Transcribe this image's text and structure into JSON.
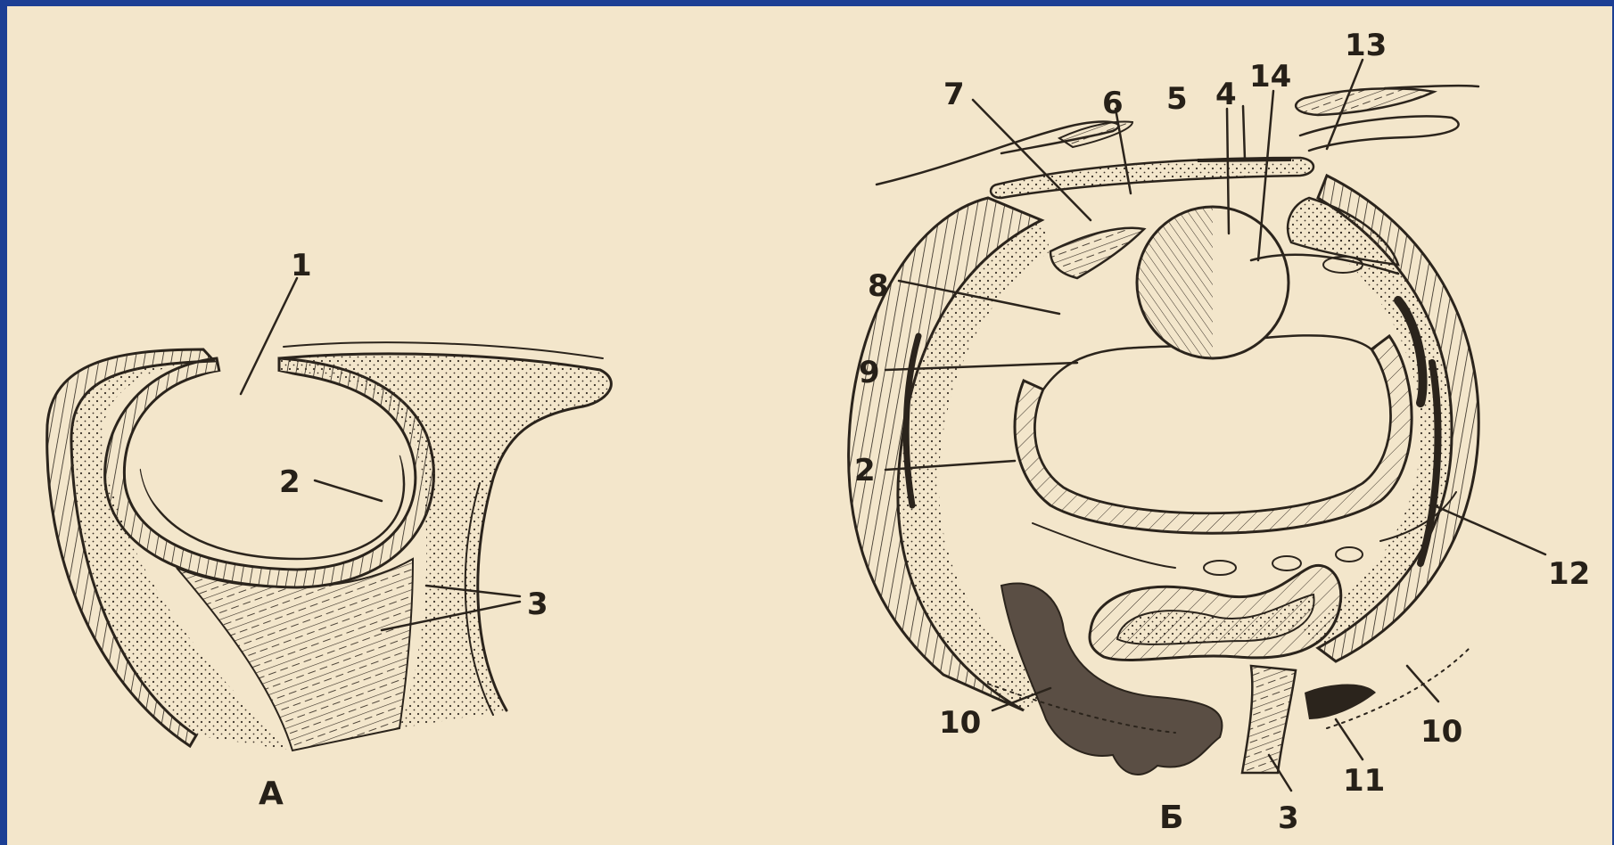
{
  "colors": {
    "frame": "#1c3f94",
    "paper": "#f3e6cb",
    "ink": "#2b241c",
    "shade": "#5a4e44"
  },
  "figure_a": {
    "caption": "А",
    "labels": [
      "1",
      "2",
      "3"
    ]
  },
  "figure_b": {
    "caption": "Б",
    "labels": [
      "2",
      "3",
      "4",
      "5",
      "6",
      "7",
      "8",
      "9",
      "10",
      "10",
      "11",
      "12",
      "13",
      "14"
    ]
  }
}
